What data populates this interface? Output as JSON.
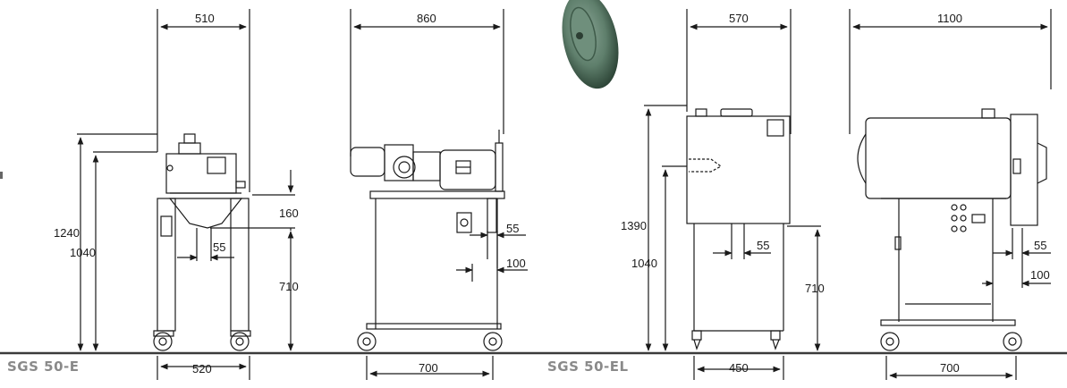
{
  "models": {
    "left": "SGS 50-E",
    "right": "SGS 50-EL"
  },
  "dims": {
    "e_side_width": "510",
    "e_base_width": "520",
    "e_total_height": "1240",
    "e_body_height": "1040",
    "e_hopper_gap": "160",
    "e_outlet_height": "710",
    "e_outlet_width": "55",
    "e_front_width": "860",
    "e_front_base": "700",
    "e_front_outlet": "55",
    "e_front_offset": "100",
    "el_side_width": "570",
    "el_base_width": "450",
    "el_total_height": "1390",
    "el_body_height": "1040",
    "el_outlet_width": "55",
    "el_outlet_height": "710",
    "el_front_width": "1100",
    "el_front_base": "700",
    "el_front_outlet": "55",
    "el_front_offset": "100"
  },
  "colors": {
    "line": "#1a1a1a",
    "ground": "#3a3a3a",
    "model_label": "#8a8a8a",
    "wheel_green": "#5f7f6c"
  }
}
